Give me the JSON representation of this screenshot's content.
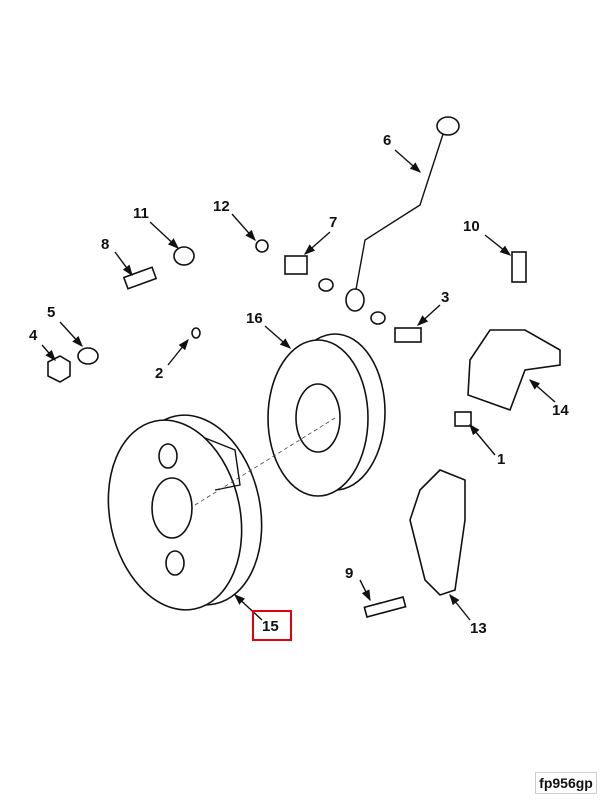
{
  "diagram": {
    "callouts": [
      "1",
      "2",
      "3",
      "4",
      "5",
      "6",
      "7",
      "8",
      "9",
      "10",
      "11",
      "12",
      "13",
      "14",
      "15",
      "16"
    ],
    "highlighted_callout": "15",
    "highlight_color": "#e00010",
    "figure_code": "fp956gp"
  }
}
